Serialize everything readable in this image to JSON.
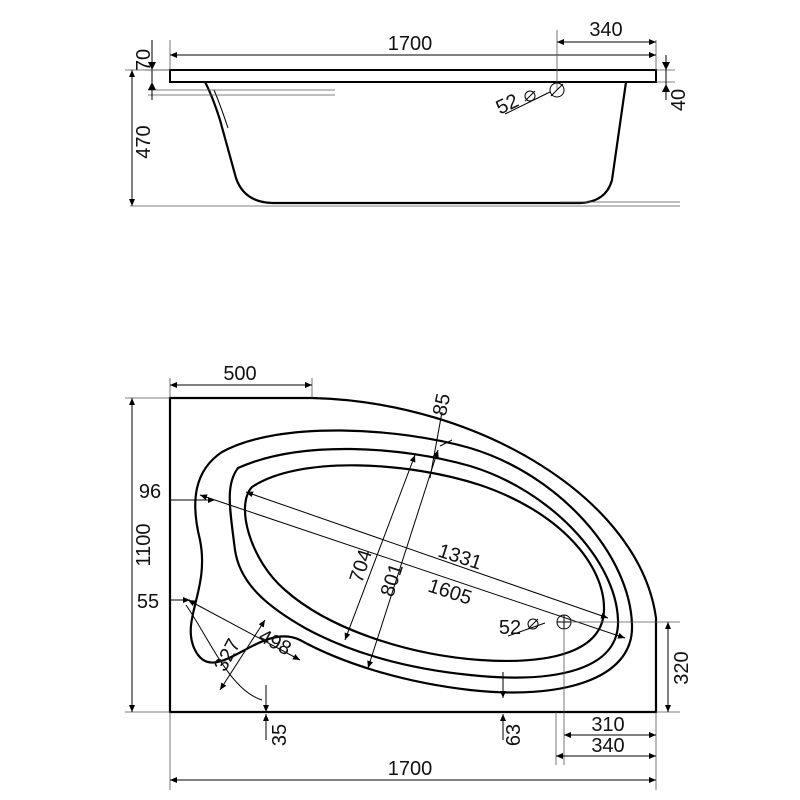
{
  "side_view": {
    "total_length": "1700",
    "overflow_offset": "340",
    "rim_thickness": "70",
    "depth": "470",
    "overflow_drop": "40",
    "overflow_diameter": "52"
  },
  "plan_view": {
    "corner_width": "500",
    "rim_width": "85",
    "seat_offset": "96",
    "total_width": "1100",
    "seat_lower_offset": "55",
    "seat_depth": "327",
    "seat_diagonal": "498",
    "inner_width": "704",
    "outer_width": "801",
    "inner_length": "1331",
    "outer_length": "1605",
    "drain_diameter": "52",
    "drain_height": "320",
    "seat_gap": "35",
    "front_gap": "63",
    "drain_offset_inner": "310",
    "drain_offset_outer": "340",
    "total_length": "1700"
  },
  "icons": {
    "overflow": "overflow-hole-icon",
    "drain": "drain-hole-icon",
    "diameter": "diameter-symbol-icon"
  }
}
